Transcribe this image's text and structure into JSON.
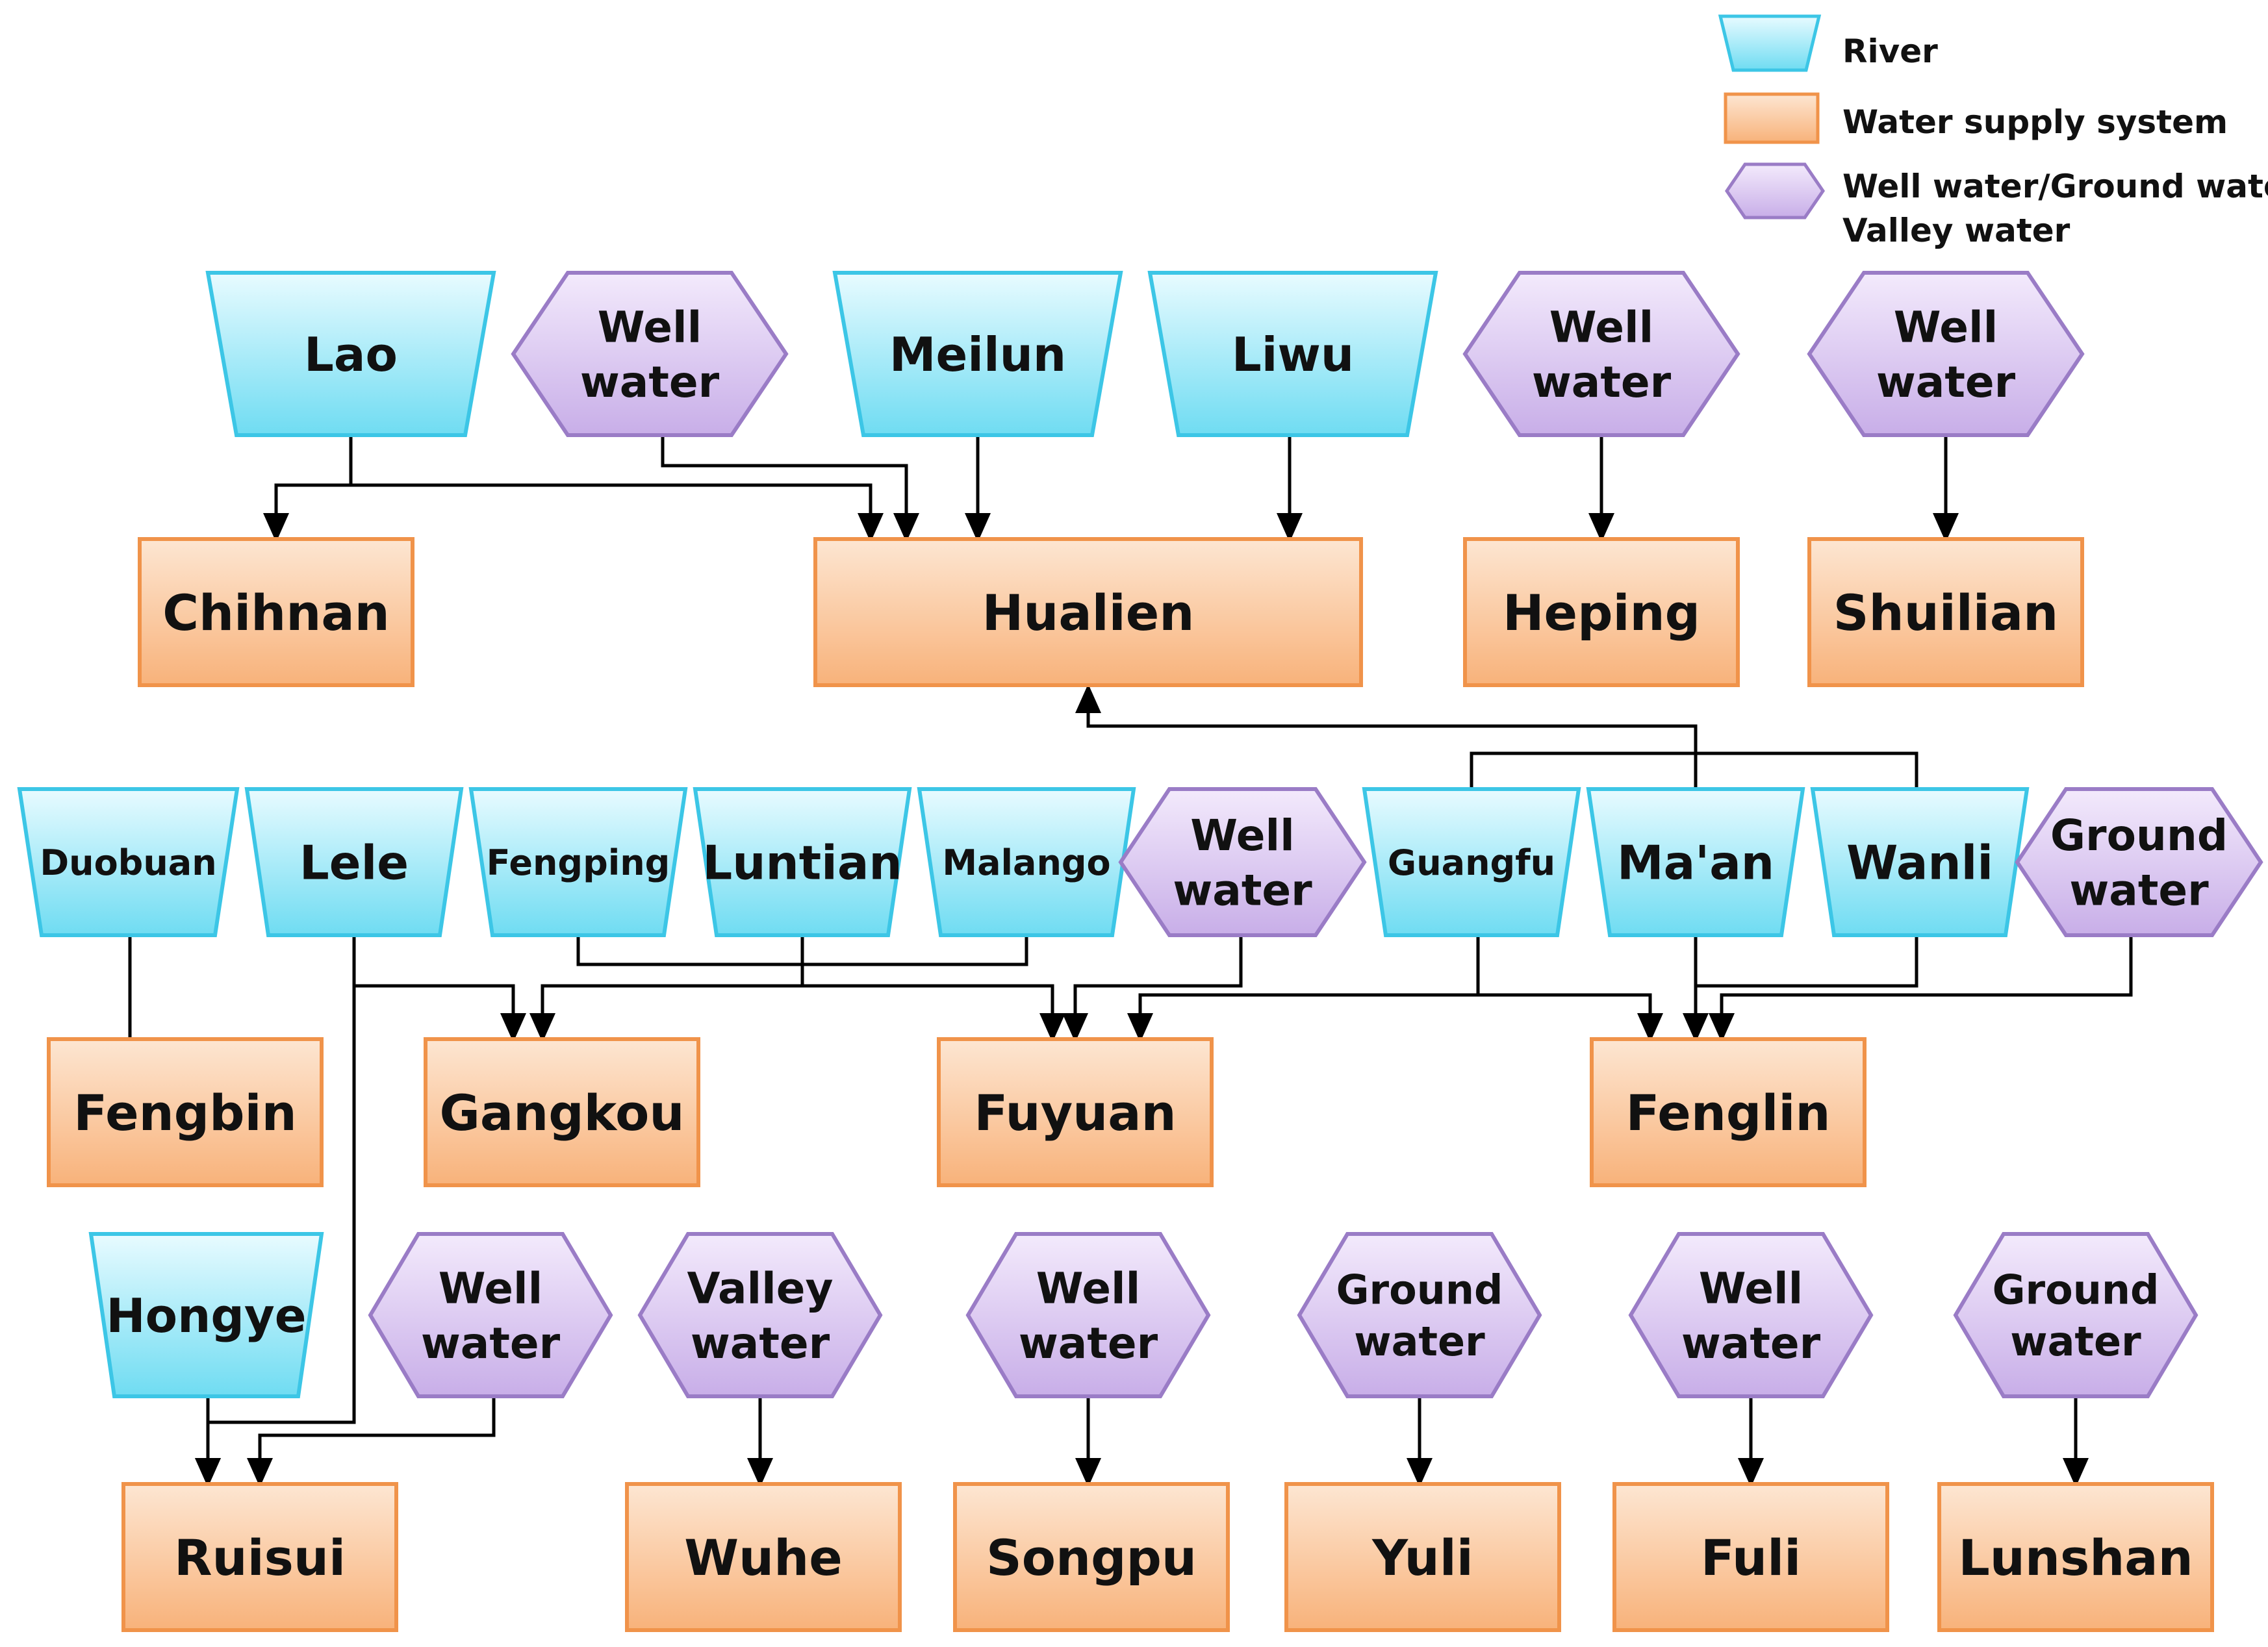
{
  "colors": {
    "river_fill_top": "#e8fbff",
    "river_fill_bottom": "#6fdcf2",
    "river_stroke": "#3cc6e6",
    "supply_fill_top": "#fde6d2",
    "supply_fill_bottom": "#f8b27a",
    "supply_stroke": "#f0934a",
    "well_fill_top": "#f3eafc",
    "well_fill_bottom": "#c8aee8",
    "well_stroke": "#9a7cc6",
    "arrow": "#000000"
  },
  "legend": {
    "river": "River",
    "supply": "Water supply system",
    "well_line1": "Well water/Ground water/",
    "well_line2": "Valley water"
  },
  "nodes": [
    {
      "id": "lao",
      "type": "river",
      "lines": [
        "Lao"
      ]
    },
    {
      "id": "well1",
      "type": "well",
      "lines": [
        "Well",
        "water"
      ]
    },
    {
      "id": "meilun",
      "type": "river",
      "lines": [
        "Meilun"
      ]
    },
    {
      "id": "liwu",
      "type": "river",
      "lines": [
        "Liwu"
      ]
    },
    {
      "id": "well2",
      "type": "well",
      "lines": [
        "Well",
        "water"
      ]
    },
    {
      "id": "well3",
      "type": "well",
      "lines": [
        "Well",
        "water"
      ]
    },
    {
      "id": "chihnan",
      "type": "supply",
      "lines": [
        "Chihnan"
      ]
    },
    {
      "id": "hualien",
      "type": "supply",
      "lines": [
        "Hualien"
      ]
    },
    {
      "id": "heping",
      "type": "supply",
      "lines": [
        "Heping"
      ]
    },
    {
      "id": "shuilian",
      "type": "supply",
      "lines": [
        "Shuilian"
      ]
    },
    {
      "id": "duobuan",
      "type": "river",
      "lines": [
        "Duobuan"
      ]
    },
    {
      "id": "lele",
      "type": "river",
      "lines": [
        "Lele"
      ]
    },
    {
      "id": "fengping",
      "type": "river",
      "lines": [
        "Fengping"
      ]
    },
    {
      "id": "luntian",
      "type": "river",
      "lines": [
        "Luntian"
      ]
    },
    {
      "id": "malango",
      "type": "river",
      "lines": [
        "Malango"
      ]
    },
    {
      "id": "well4",
      "type": "well",
      "lines": [
        "Well",
        "water"
      ]
    },
    {
      "id": "guangfu",
      "type": "river",
      "lines": [
        "Guangfu"
      ]
    },
    {
      "id": "maan",
      "type": "river",
      "lines": [
        "Ma'an"
      ]
    },
    {
      "id": "wanli",
      "type": "river",
      "lines": [
        "Wanli"
      ]
    },
    {
      "id": "ground1",
      "type": "well",
      "lines": [
        "Ground",
        "water"
      ]
    },
    {
      "id": "fengbin",
      "type": "supply",
      "lines": [
        "Fengbin"
      ]
    },
    {
      "id": "gangkou",
      "type": "supply",
      "lines": [
        "Gangkou"
      ]
    },
    {
      "id": "fuyuan",
      "type": "supply",
      "lines": [
        "Fuyuan"
      ]
    },
    {
      "id": "fenglin",
      "type": "supply",
      "lines": [
        "Fenglin"
      ]
    },
    {
      "id": "hongye",
      "type": "river",
      "lines": [
        "Hongye"
      ]
    },
    {
      "id": "well5",
      "type": "well",
      "lines": [
        "Well",
        "water"
      ]
    },
    {
      "id": "valley1",
      "type": "well",
      "lines": [
        "Valley",
        "water"
      ]
    },
    {
      "id": "well6",
      "type": "well",
      "lines": [
        "Well",
        "water"
      ]
    },
    {
      "id": "ground2",
      "type": "well",
      "lines": [
        "Ground",
        "water"
      ]
    },
    {
      "id": "well7",
      "type": "well",
      "lines": [
        "Well",
        "water"
      ]
    },
    {
      "id": "ground3",
      "type": "well",
      "lines": [
        "Ground",
        "water"
      ]
    },
    {
      "id": "ruisui",
      "type": "supply",
      "lines": [
        "Ruisui"
      ]
    },
    {
      "id": "wuhe",
      "type": "supply",
      "lines": [
        "Wuhe"
      ]
    },
    {
      "id": "songpu",
      "type": "supply",
      "lines": [
        "Songpu"
      ]
    },
    {
      "id": "yuli",
      "type": "supply",
      "lines": [
        "Yuli"
      ]
    },
    {
      "id": "fuli",
      "type": "supply",
      "lines": [
        "Fuli"
      ]
    },
    {
      "id": "lunshan",
      "type": "supply",
      "lines": [
        "Lunshan"
      ]
    }
  ]
}
